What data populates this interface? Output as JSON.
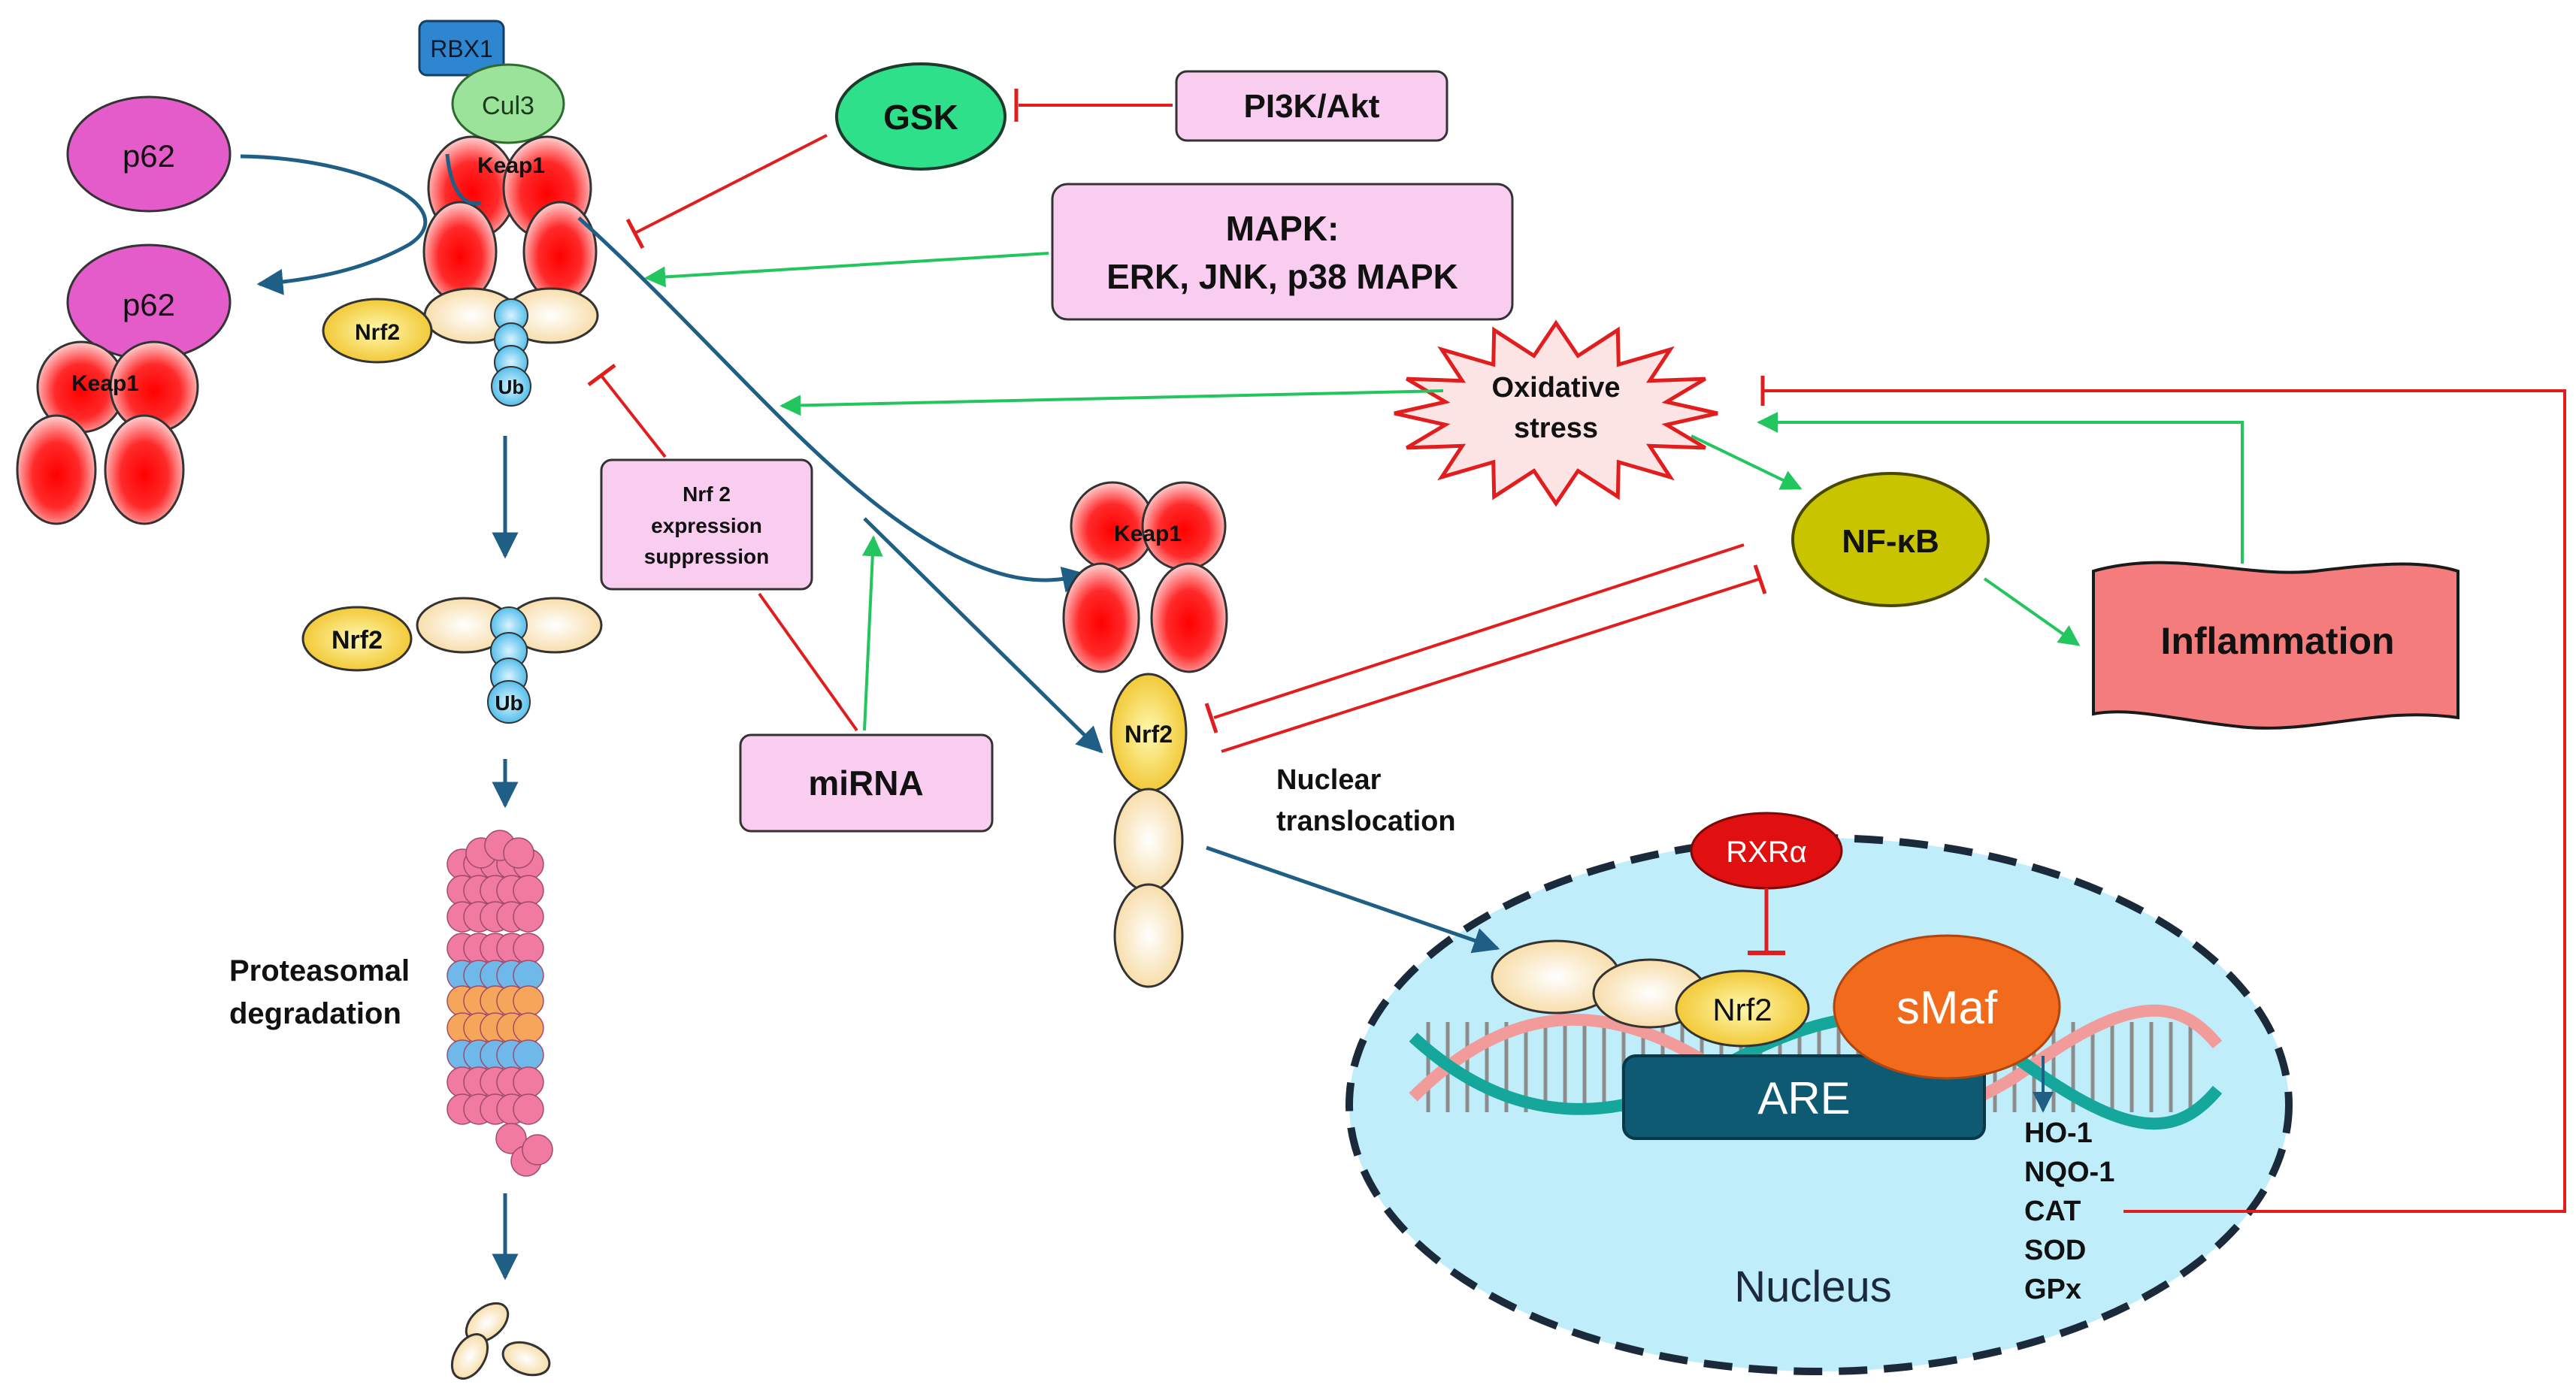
{
  "labels": {
    "rbx1": "RBX1",
    "cul3": "Cul3",
    "keap1": "Keap1",
    "p62": "p62",
    "nrf2": "Nrf2",
    "ub": "Ub",
    "gsk": "GSK",
    "pi3k_akt": "PI3K/Akt",
    "mapk_line1": "MAPK:",
    "mapk_line2": "ERK, JNK, p38 MAPK",
    "oxidative_line1": "Oxidative",
    "oxidative_line2": "stress",
    "nfkb": "NF-κB",
    "inflammation": "Inflammation",
    "nrf2_suppression_line1": "Nrf 2",
    "nrf2_suppression_line2": "expression",
    "nrf2_suppression_line3": "suppression",
    "mirna": "miRNA",
    "nuclear_translocation_line1": "Nuclear",
    "nuclear_translocation_line2": "translocation",
    "proteasomal_line1": "Proteasomal",
    "proteasomal_line2": "degradation",
    "rxra": "RXRα",
    "smaf": "sMaf",
    "are": "ARE",
    "nucleus": "Nucleus",
    "genes": [
      "HO-1",
      "NQO-1",
      "CAT",
      "SOD",
      "GPx"
    ]
  },
  "colors": {
    "activation": "#22c55e",
    "inhibition": "#e11d1d",
    "flow": "#1f5f86",
    "pink_box": "#f9cdf0",
    "gsk": "#2fe08a",
    "nfkb": "#c8c400",
    "inflammation": "#f47c7c",
    "nucleus": "#bfeefa",
    "are": "#0d5a72",
    "smaf": "#f26a1b",
    "rxra": "#e01010",
    "p62": "#e45cc9",
    "cul3": "#9be39b",
    "rbx1": "#2f86d0"
  }
}
